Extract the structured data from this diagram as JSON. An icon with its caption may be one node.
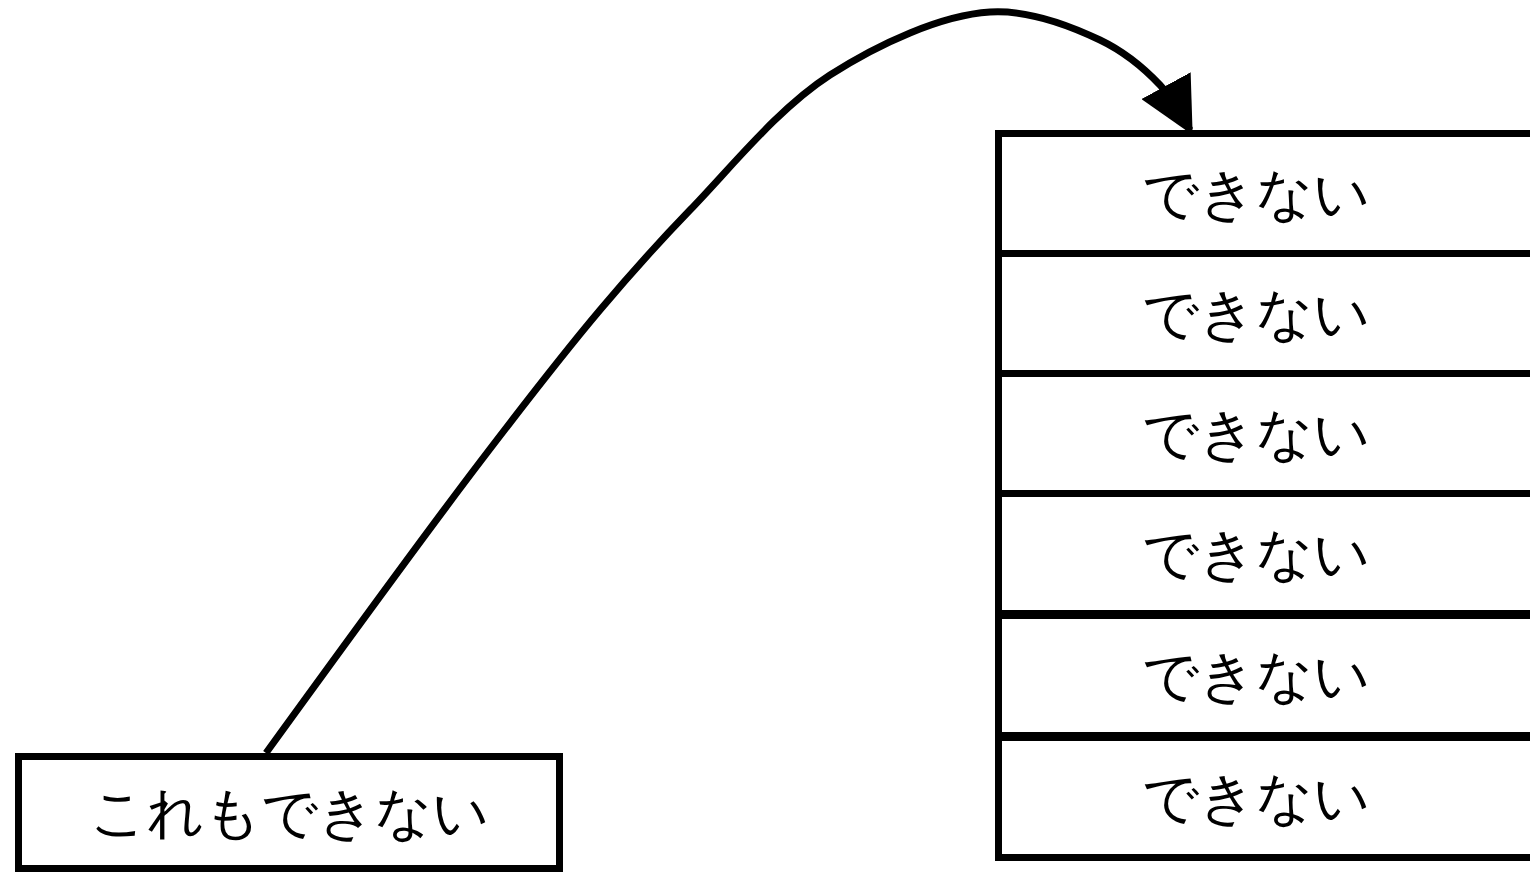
{
  "diagram": {
    "nodes": [
      {
        "text": [
          "これもできない"
        ]
      },
      {
        "text": [
          "できない"
        ]
      },
      {
        "text": [
          "できない"
        ]
      },
      {
        "text": [
          "できない"
        ]
      },
      {
        "text": [
          "できない"
        ]
      },
      {
        "text": [
          "できない"
        ]
      },
      {
        "text": [
          "できない"
        ]
      }
    ],
    "edges": [
      {
        "from": 0,
        "to": 1,
        "arrow": "to"
      }
    ]
  }
}
